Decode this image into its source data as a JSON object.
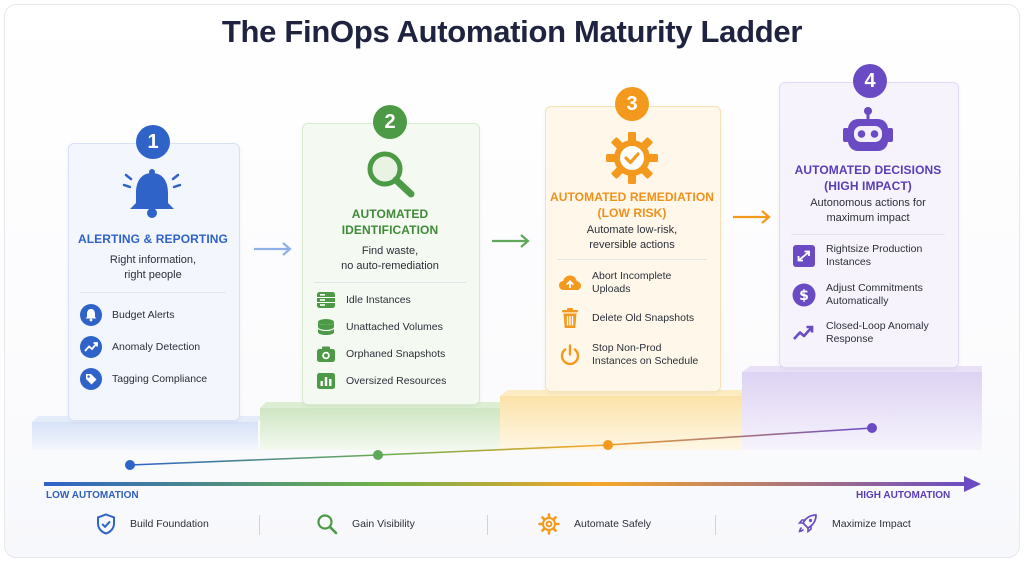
{
  "title": "The FinOps Automation Maturity Ladder",
  "steps": [
    {
      "number": "1",
      "heading_lines": [
        "ALERTING & REPORTING"
      ],
      "desc_lines": [
        "Right information,",
        "right people"
      ],
      "color": "#2f63c8",
      "icon": "bell-icon",
      "items": [
        {
          "label": "Budget Alerts",
          "icon": "bell-icon"
        },
        {
          "label": "Anomaly Detection",
          "icon": "trend-icon"
        },
        {
          "label": "Tagging Compliance",
          "icon": "tag-icon"
        }
      ]
    },
    {
      "number": "2",
      "heading_lines": [
        "AUTOMATED",
        "IDENTIFICATION"
      ],
      "desc_lines": [
        "Find waste,",
        "no auto-remediation"
      ],
      "color": "#4c9a45",
      "icon": "magnifier-icon",
      "items": [
        {
          "label": "Idle Instances",
          "icon": "server-icon"
        },
        {
          "label": "Unattached Volumes",
          "icon": "database-icon"
        },
        {
          "label": "Orphaned Snapshots",
          "icon": "camera-icon"
        },
        {
          "label": "Oversized Resources",
          "icon": "bar-chart-icon"
        }
      ]
    },
    {
      "number": "3",
      "heading_lines": [
        "AUTOMATED REMEDIATION",
        "(LOW RISK)"
      ],
      "desc_lines": [
        "Automate low-risk,",
        "reversible actions"
      ],
      "color": "#f39a1e",
      "icon": "gear-check-icon",
      "items": [
        {
          "label_lines": [
            "Abort Incomplete",
            "Uploads"
          ],
          "icon": "cloud-upload-icon"
        },
        {
          "label_lines": [
            "Delete Old Snapshots"
          ],
          "icon": "trash-icon"
        },
        {
          "label_lines": [
            "Stop Non-Prod",
            "Instances on Schedule"
          ],
          "icon": "power-icon"
        }
      ]
    },
    {
      "number": "4",
      "heading_lines": [
        "AUTOMATED DECISIONS",
        "(HIGH IMPACT)"
      ],
      "desc_lines": [
        "Autonomous actions for",
        "maximum impact"
      ],
      "color": "#6a4bc4",
      "icon": "robot-icon",
      "items": [
        {
          "label_lines": [
            "Rightsize Production",
            "Instances"
          ],
          "icon": "resize-icon"
        },
        {
          "label_lines": [
            "Adjust Commitments",
            "Automatically"
          ],
          "icon": "dollar-icon"
        },
        {
          "label_lines": [
            "Closed-Loop Anomaly",
            "Response"
          ],
          "icon": "trend-icon"
        }
      ]
    }
  ],
  "axis": {
    "low_label": "LOW AUTOMATION",
    "high_label": "HIGH AUTOMATION"
  },
  "footer": [
    {
      "label": "Build Foundation",
      "icon": "shield-check-icon",
      "color": "#2f63c8"
    },
    {
      "label": "Gain Visibility",
      "icon": "magnifier-icon",
      "color": "#4c9a45"
    },
    {
      "label": "Automate Safely",
      "icon": "gear-icon",
      "color": "#f39a1e"
    },
    {
      "label": "Maximize Impact",
      "icon": "rocket-icon",
      "color": "#6a4bc4"
    }
  ]
}
